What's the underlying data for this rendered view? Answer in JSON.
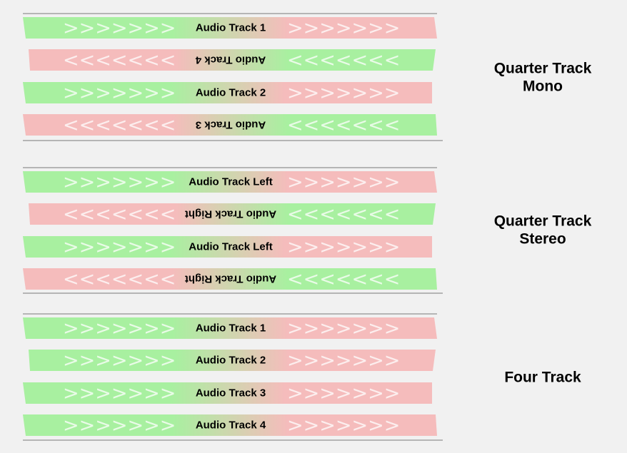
{
  "colors": {
    "forward": "#a8f0a0",
    "reverse": "#f5bcbc",
    "rule": "#b5b5b5",
    "chevron": "#ffffff",
    "background": "#f1f1f1"
  },
  "chevrons": {
    "forward": ">>>>>>>",
    "reverse": "<<<<<<<"
  },
  "groups": [
    {
      "title_lines": [
        "Quarter Track",
        "Mono"
      ],
      "tracks": [
        {
          "label": "Audio Track 1",
          "reversed": false
        },
        {
          "label": "Audio Track 4",
          "reversed": true
        },
        {
          "label": "Audio Track 2",
          "reversed": false
        },
        {
          "label": "Audio Track 3",
          "reversed": true
        }
      ]
    },
    {
      "title_lines": [
        "Quarter Track",
        "Stereo"
      ],
      "tracks": [
        {
          "label": "Audio Track Left",
          "reversed": false
        },
        {
          "label": "Audio Track Right",
          "reversed": true
        },
        {
          "label": "Audio Track Left",
          "reversed": false
        },
        {
          "label": "Audio Track Right",
          "reversed": true
        }
      ]
    },
    {
      "title_lines": [
        "Four Track"
      ],
      "tracks": [
        {
          "label": "Audio Track 1",
          "reversed": false
        },
        {
          "label": "Audio Track 2",
          "reversed": false
        },
        {
          "label": "Audio Track 3",
          "reversed": false
        },
        {
          "label": "Audio Track 4",
          "reversed": false
        }
      ]
    }
  ]
}
